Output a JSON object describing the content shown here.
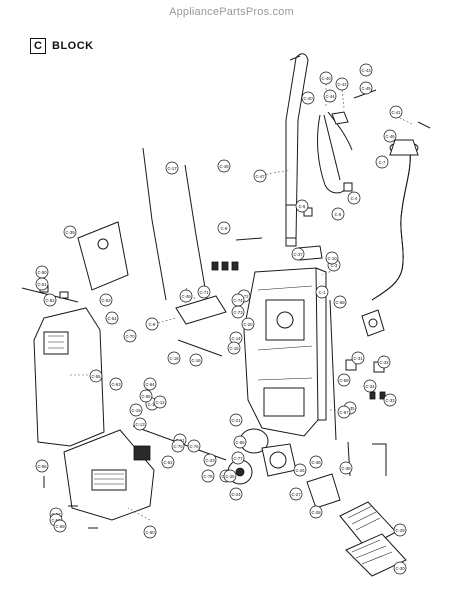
{
  "header": {
    "watermark": "AppliancePartsPros.com",
    "block_letter": "C",
    "block_label": "BLOCK"
  },
  "callouts": [
    {
      "id": "c1",
      "label": "C-40"
    },
    {
      "id": "c2",
      "label": "C-42"
    },
    {
      "id": "c3",
      "label": "C-43"
    },
    {
      "id": "c4",
      "label": "C-40"
    },
    {
      "id": "c5",
      "label": "C-44"
    },
    {
      "id": "c6",
      "label": "C-45"
    },
    {
      "id": "c7",
      "label": "C-46"
    },
    {
      "id": "c8",
      "label": "C-41"
    },
    {
      "id": "c9",
      "label": "C-47"
    },
    {
      "id": "c10",
      "label": "C-48"
    },
    {
      "id": "c11",
      "label": "C-49"
    },
    {
      "id": "c12",
      "label": "C-39"
    },
    {
      "id": "c13",
      "label": "C-17"
    },
    {
      "id": "c14",
      "label": "C-18"
    },
    {
      "id": "c15",
      "label": "C-1"
    },
    {
      "id": "c16",
      "label": "C-3"
    },
    {
      "id": "c17",
      "label": "C-4"
    },
    {
      "id": "c18",
      "label": "C-5"
    },
    {
      "id": "c19",
      "label": "C-6"
    },
    {
      "id": "c20",
      "label": "C-7"
    },
    {
      "id": "c21",
      "label": "C-8"
    },
    {
      "id": "c22",
      "label": "C-9"
    },
    {
      "id": "c23",
      "label": "C-10"
    },
    {
      "id": "c24",
      "label": "C-11"
    },
    {
      "id": "c25",
      "label": "C-12"
    },
    {
      "id": "c26",
      "label": "C-13"
    },
    {
      "id": "c27",
      "label": "C-14"
    },
    {
      "id": "c28",
      "label": "C-15"
    },
    {
      "id": "c29",
      "label": "C-16"
    },
    {
      "id": "c30",
      "label": "C-19"
    },
    {
      "id": "c31",
      "label": "C-20"
    },
    {
      "id": "c32",
      "label": "C-21"
    },
    {
      "id": "c33",
      "label": "C-22"
    },
    {
      "id": "c34",
      "label": "C-23"
    },
    {
      "id": "c35",
      "label": "C-24"
    },
    {
      "id": "c36",
      "label": "C-25"
    },
    {
      "id": "c37",
      "label": "C-26"
    },
    {
      "id": "c38",
      "label": "C-27"
    },
    {
      "id": "c39",
      "label": "C-28"
    },
    {
      "id": "c40",
      "label": "C-29"
    },
    {
      "id": "c41",
      "label": "C-30"
    },
    {
      "id": "c42",
      "label": "C-31"
    },
    {
      "id": "c43",
      "label": "C-32"
    },
    {
      "id": "c44",
      "label": "C-33"
    },
    {
      "id": "c45",
      "label": "C-34"
    },
    {
      "id": "c46",
      "label": "C-35"
    },
    {
      "id": "c47",
      "label": "C-36"
    },
    {
      "id": "c48",
      "label": "C-37"
    },
    {
      "id": "c49",
      "label": "C-38"
    },
    {
      "id": "c50",
      "label": "C-50"
    },
    {
      "id": "c51",
      "label": "C-51"
    },
    {
      "id": "c52",
      "label": "C-52"
    },
    {
      "id": "c53",
      "label": "C-53"
    },
    {
      "id": "c54",
      "label": "C-54"
    },
    {
      "id": "c55",
      "label": "C-55"
    },
    {
      "id": "c56",
      "label": "C-56"
    },
    {
      "id": "c57",
      "label": "C-57"
    },
    {
      "id": "c58",
      "label": "C-58"
    },
    {
      "id": "c59",
      "label": "C-59"
    },
    {
      "id": "c60",
      "label": "C-60"
    },
    {
      "id": "c61",
      "label": "C-61"
    },
    {
      "id": "c62",
      "label": "C-62"
    },
    {
      "id": "c63",
      "label": "C-63"
    },
    {
      "id": "c64",
      "label": "C-64"
    },
    {
      "id": "c65",
      "label": "C-65"
    },
    {
      "id": "c66",
      "label": "C-66"
    },
    {
      "id": "c67",
      "label": "C-67"
    },
    {
      "id": "c68",
      "label": "C-68"
    },
    {
      "id": "c69",
      "label": "C-69"
    },
    {
      "id": "c70",
      "label": "C-70"
    },
    {
      "id": "c71",
      "label": "C-71"
    },
    {
      "id": "c72",
      "label": "C-72"
    },
    {
      "id": "c73",
      "label": "C-73"
    },
    {
      "id": "c74",
      "label": "C-74"
    },
    {
      "id": "c75",
      "label": "C-75"
    },
    {
      "id": "c76",
      "label": "C-76"
    },
    {
      "id": "c77",
      "label": "C-77"
    },
    {
      "id": "c78",
      "label": "C-78"
    }
  ]
}
